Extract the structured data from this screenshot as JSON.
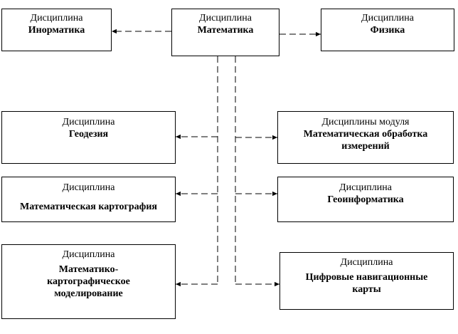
{
  "boxes": {
    "math": {
      "caption": "Дисциплина",
      "name": "Математика"
    },
    "inform": {
      "caption": "Дисциплина",
      "name": "Инорматика"
    },
    "physics": {
      "caption": "Дисциплина",
      "name": "Физика"
    },
    "geodesy": {
      "caption": "Дисциплина",
      "name": "Геодезия"
    },
    "matobr": {
      "caption": "Дисциплины модуля",
      "name": "Математическая обработка измерений"
    },
    "matcart": {
      "caption": "Дисциплина",
      "name": "Математическая картография"
    },
    "geoinf": {
      "caption": "Дисциплина",
      "name": "Геоинформатика"
    },
    "mcm": {
      "caption": "Дисциплина",
      "name": "Математико-картографическое моделирование"
    },
    "digimaps": {
      "caption": "Дисциплина",
      "name": "Цифровые навигационные карты"
    }
  },
  "colors": {
    "line": "#000000",
    "border": "#000000",
    "background": "#ffffff"
  }
}
